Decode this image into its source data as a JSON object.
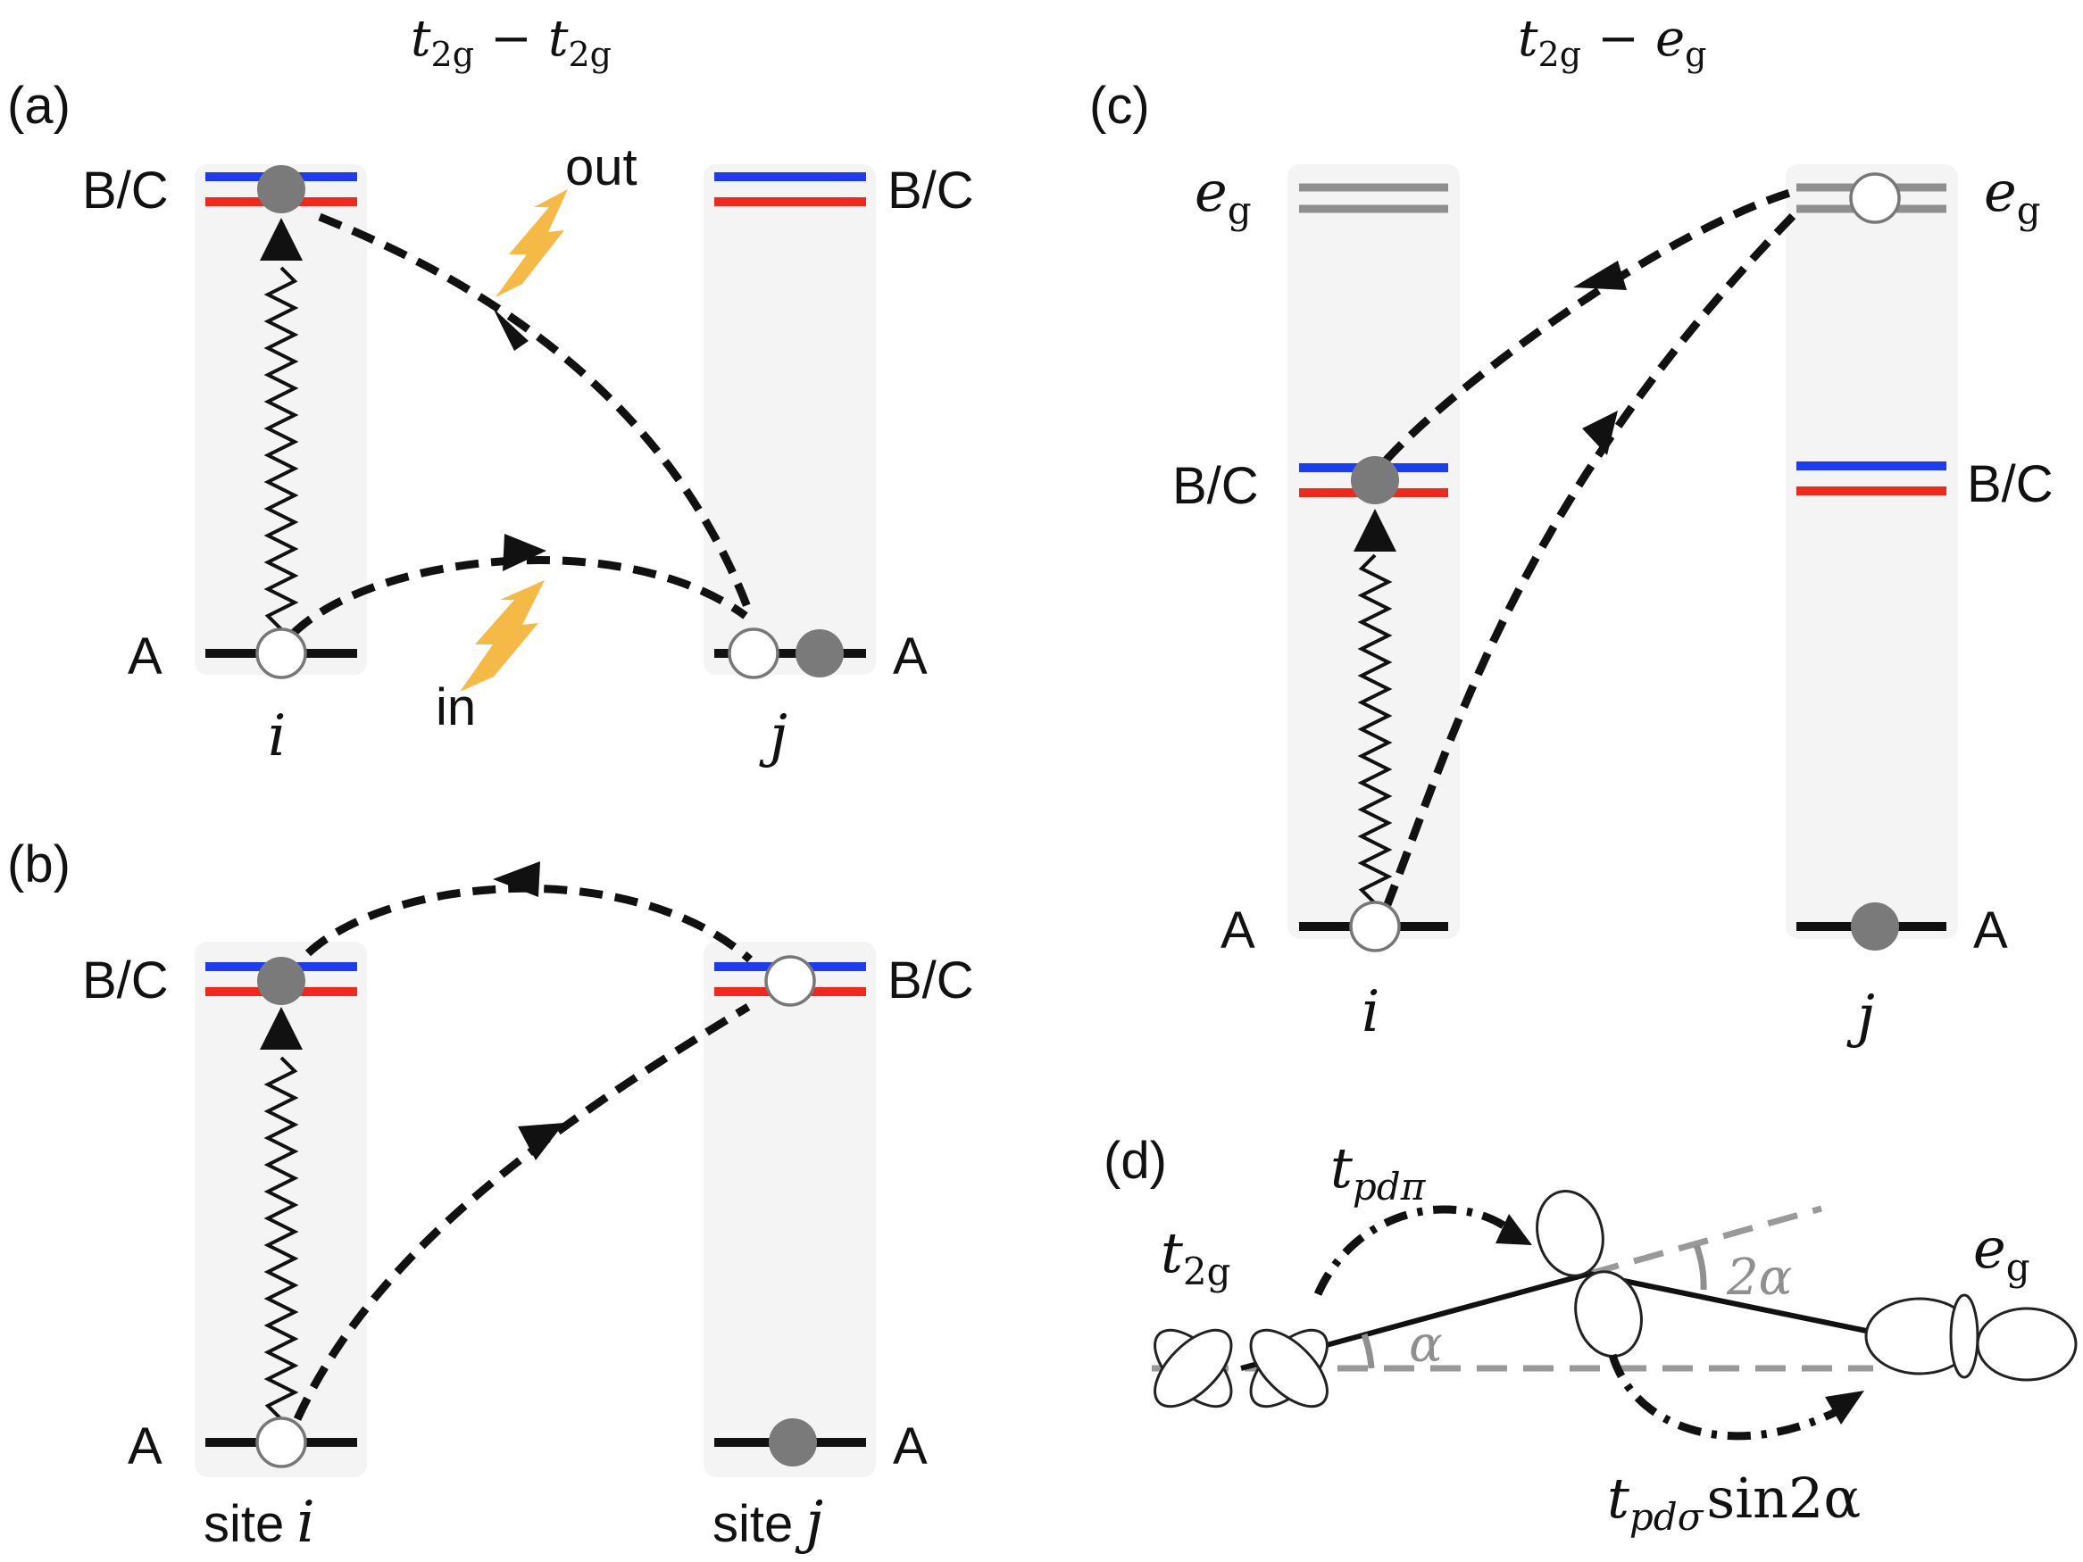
{
  "figure": {
    "headers": {
      "left": {
        "base1": "t",
        "sub1": "2g",
        "minus": "−",
        "base2": "t",
        "sub2": "2g"
      },
      "right": {
        "base1": "t",
        "sub1": "2g",
        "minus": "−",
        "base2": "e",
        "sub2": "g"
      }
    },
    "panels": {
      "a": {
        "label": "(a)",
        "level_bc_left": "B/C",
        "level_bc_right": "B/C",
        "level_a_left": "A",
        "level_a_right": "A",
        "site_i": "i",
        "site_j": "j",
        "photon_out": "out",
        "photon_in": "in"
      },
      "b": {
        "label": "(b)",
        "level_bc_left": "B/C",
        "level_bc_right": "B/C",
        "level_a_left": "A",
        "level_a_right": "A",
        "site_word_left": "site",
        "site_word_right": "site",
        "site_i": "i",
        "site_j": "j"
      },
      "c": {
        "label": "(c)",
        "level_eg_left": {
          "base": "e",
          "sub": "g"
        },
        "level_eg_right": {
          "base": "e",
          "sub": "g"
        },
        "level_bc_left": "B/C",
        "level_bc_right": "B/C",
        "level_a_left": "A",
        "level_a_right": "A",
        "site_i": "i",
        "site_j": "j"
      },
      "d": {
        "label": "(d)",
        "t2g": {
          "base": "t",
          "sub": "2g"
        },
        "eg": {
          "base": "e",
          "sub": "g"
        },
        "tpdpi": {
          "base": "t",
          "sub": "pdπ"
        },
        "tpdsigma": {
          "base": "t",
          "sub": "pdσ",
          "tail": "sin2α"
        },
        "alpha": "α",
        "two_alpha": "2α"
      }
    },
    "colors": {
      "level_B": "#1d3cf2",
      "level_C": "#f2281d",
      "level_A": "#111111",
      "level_eg": "#8f8f8f",
      "photon": "#f5b945",
      "column_bg": "#f4f4f4",
      "electron": "#7a7a7a"
    }
  }
}
